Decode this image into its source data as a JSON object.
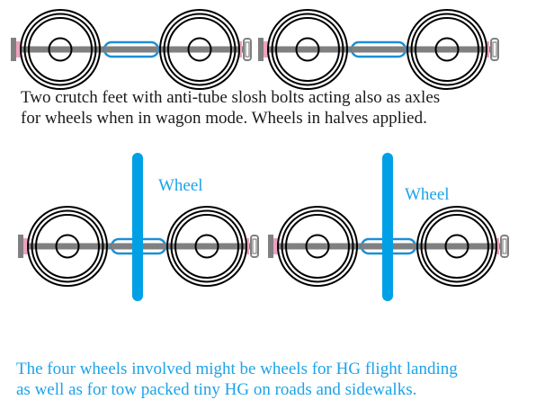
{
  "captions": {
    "top_line1": "Two crutch feet with anti-tube slosh bolts acting also as axles",
    "top_line2": "for wheels when in wagon mode. Wheels in halves applied.",
    "bottom_line1": "The four wheels involved might be wheels for HG flight landing",
    "bottom_line2": "as well as for tow packed tiny HG on roads and sidewalks."
  },
  "callouts": {
    "wheel_left": "Wheel",
    "wheel_right": "Wheel"
  },
  "colors": {
    "outline": "#000000",
    "axle": "#808080",
    "spacer": "#f0a0c0",
    "tube": "#1b8fd6",
    "tube_fill": "#ffffff",
    "wheel_bar": "#00a0e6",
    "callout_text": "#1ba3e8",
    "caption_top_text": "#1a1a1a",
    "caption_bottom_text": "#1ba3e8"
  }
}
